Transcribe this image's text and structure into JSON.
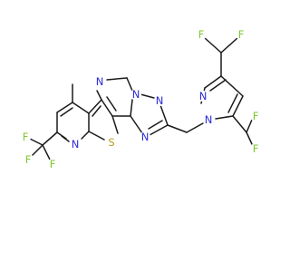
{
  "figure": {
    "kind": "chemical-structure",
    "background": "#ffffff",
    "bond_color": "#1a1a1a"
  },
  "atom_colors": {
    "N": "#2a2ad8",
    "S": "#b5a020",
    "F": "#7ec832",
    "C": "#1a1a1a"
  },
  "atom_labels": {
    "n_pyrazole_2": "N",
    "n_pyrazole_1": "N",
    "n_triazole_a": "N",
    "n_triazole_b": "N",
    "n_triazole_c": "N",
    "n_pyrimidine": "N",
    "n_pyridine": "N",
    "s_thiophene": "S",
    "f_top_left": "F",
    "f_top_right": "F",
    "f_right_top": "F",
    "f_right_bottom": "F",
    "f_cf3_left": "F",
    "f_cf3_mid": "F",
    "f_cf3_bottom": "F"
  }
}
